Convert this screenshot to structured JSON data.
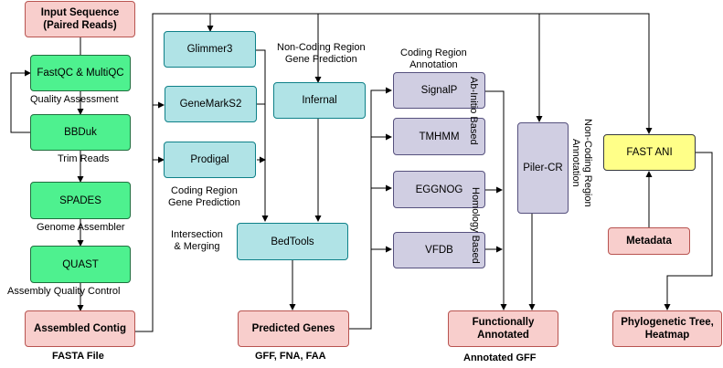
{
  "nodes": {
    "input": "Input Sequence\n(Paired Reads)",
    "fastqc": "FastQC & MultiQC",
    "bbduk": "BBDuk",
    "spades": "SPADES",
    "quast": "QUAST",
    "contig": "Assembled Contig",
    "glimmer": "Glimmer3",
    "genemark": "GeneMarkS2",
    "prodigal": "Prodigal",
    "infernal": "Infernal",
    "bedtools": "BedTools",
    "predicted": "Predicted Genes",
    "signalp": "SignalP",
    "tmhmm": "TMHMM",
    "eggnog": "EGGNOG",
    "vfdb": "VFDB",
    "pilercr": "Piler-CR",
    "functional": "Functionally\nAnnotated",
    "fastani": "FAST ANI",
    "metadata": "Metadata",
    "phylo": "Phylogenetic Tree,\nHeatmap"
  },
  "labels": {
    "quality": "Quality Assessment",
    "trim": "Trim Reads",
    "genome": "Genome Assembler",
    "assembly_qc": "Assembly Quality Control",
    "fasta": "FASTA File",
    "noncoding_pred": "Non-Coding Region\nGene Prediction",
    "coding_pred": "Coding Region\nGene Prediction",
    "intersection": "Intersection\n& Merging",
    "gff_fna_faa": "GFF, FNA, FAA",
    "coding_annot": "Coding Region\nAnnotation",
    "ab_initio": "Ab-Initio Based",
    "homology": "Homology Based",
    "noncoding_annot": "Non-Coding Region\nAnnotation",
    "annotated_gff": "Annotated GFF"
  },
  "colors": {
    "red_fill": "#f8cecc",
    "green_fill": "#4ef18f",
    "teal_fill": "#b0e3e6",
    "purple_fill": "#d0cee2",
    "yellow_fill": "#ffff88"
  }
}
